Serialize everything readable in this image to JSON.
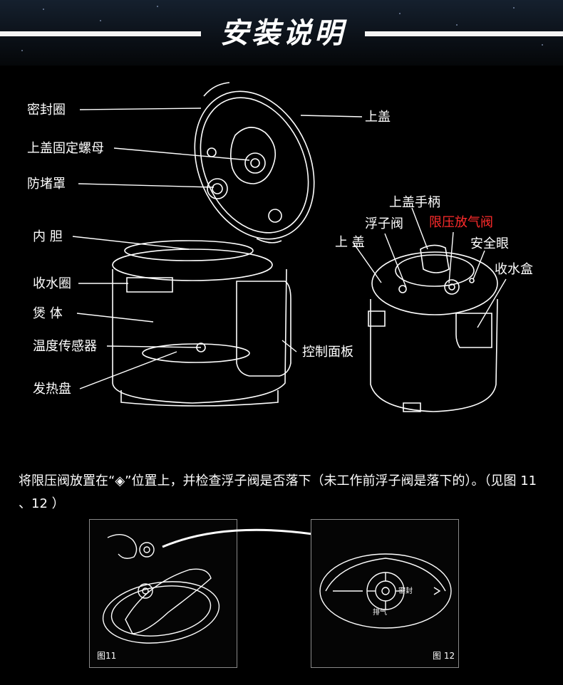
{
  "header": {
    "title": "安装说明"
  },
  "left_labels": {
    "seal_ring": "密封圈",
    "lid_nut": "上盖固定螺母",
    "anti_block": "防堵罩",
    "inner_pot": "内 胆",
    "water_ring": "收水圈",
    "body": "煲 体",
    "temp_sensor": "温度传感器",
    "heating_plate": "发热盘",
    "top_lid": "上盖",
    "control_panel": "控制面板"
  },
  "right_labels": {
    "lid_handle": "上盖手柄",
    "float_valve": "浮子阀",
    "pressure_valve": "限压放气阀",
    "top_lid": "上 盖",
    "safety_hole": "安全眼",
    "water_box": "收水盒"
  },
  "instruction": "将限压阀放置在“◈”位置上，并检查浮子阀是否落下（未工作前浮子阀是落下的）。（见图 11 、12 ）",
  "figures": [
    {
      "caption": "图11"
    },
    {
      "caption": "图 12"
    }
  ],
  "figure12_marks": {
    "seal": "密封",
    "vent": "排气"
  },
  "colors": {
    "background": "#000000",
    "accent_red": "#ff2b2b",
    "line": "#ffffff"
  }
}
